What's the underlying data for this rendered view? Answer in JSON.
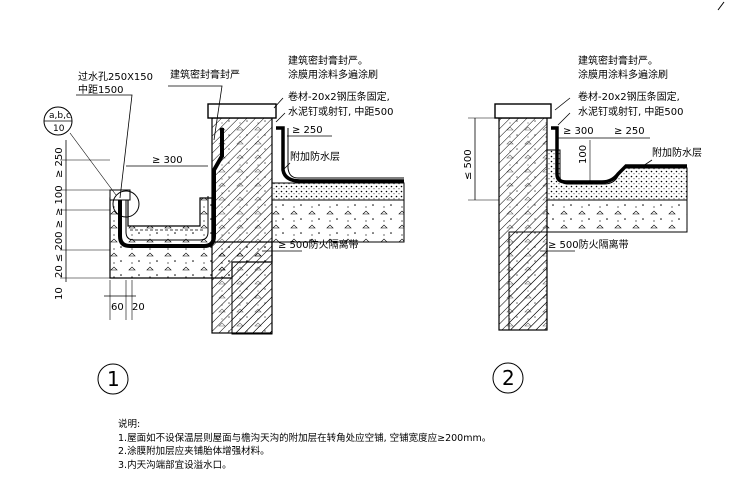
{
  "detail1": {
    "label_overflow": "过水孔250X150",
    "label_spacing": "中距1500",
    "label_seal_top": "建筑密封膏封严",
    "label_seal": "建筑密封膏封严。",
    "label_coating": "涂膜用涂料多遍涂刷",
    "label_roll": "卷材-20x2钢压条固定,",
    "label_nail": "水泥钉或射钉, 中距500",
    "label_extra_layer": "附加防水层",
    "label_fire_belt": "≥ 500防火隔离带",
    "dim_250_right": "≥ 250",
    "dim_300": "≥ 300",
    "dim_250_left": "≥ 250",
    "dim_100": "≥ 100",
    "dim_200": "20 ≤ 200 ≥",
    "dim_10": "10",
    "dim_60": "60",
    "dim_20": "20",
    "callout_top": "a,b,c",
    "callout_bottom": "10",
    "number": "1"
  },
  "detail2": {
    "label_seal": "建筑密封膏封严。",
    "label_coating": "涂膜用涂料多遍涂刷",
    "label_roll": "卷材-20x2钢压条固定,",
    "label_nail": "水泥钉或射钉, 中距500",
    "label_extra_layer": "附加防水层",
    "label_fire_belt": "≥ 500防火隔离带",
    "dim_300": "≥ 300",
    "dim_250": "≥ 250",
    "dim_500": "≤ 500",
    "dim_100": "100",
    "number": "2"
  },
  "notes": {
    "title": "说明:",
    "items": [
      "1.屋面如不设保温层则屋面与檐沟天沟的附加层在转角处应空铺, 空铺宽度应≥200mm。",
      "2.涂膜附加层应夹铺胎体增强材料。",
      "3.内天沟端部宜设溢水口。"
    ]
  }
}
